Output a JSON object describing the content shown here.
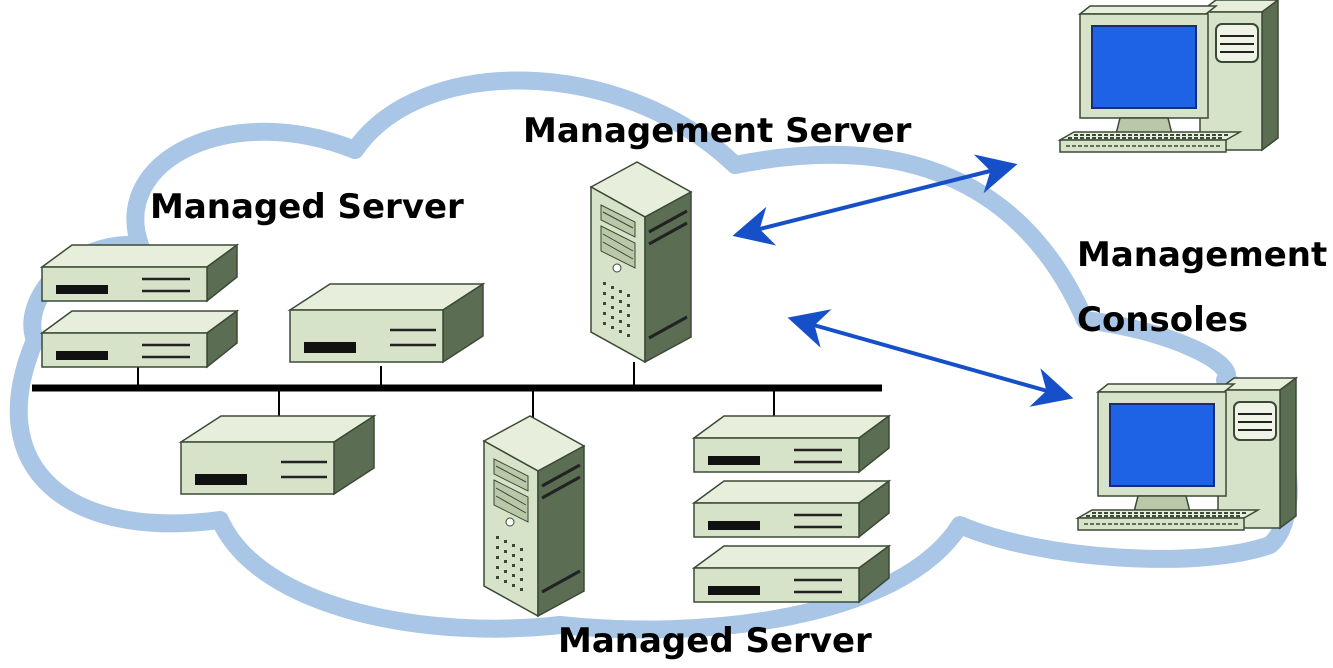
{
  "labels": {
    "management_server": "Management Server",
    "managed_server_top": "Managed Server",
    "managed_server_bottom": "Managed Server",
    "management_consoles_line1": "Management",
    "management_consoles_line2": "Consoles"
  },
  "colors": {
    "cloud_outline": "#a9c6e6",
    "device_fill": "#d6e3c8",
    "device_dark": "#5b6d53",
    "bus": "#000000",
    "arrow": "#1650c8",
    "screen": "#1e62e6"
  },
  "icons": [
    "cloud-outline",
    "rack-server-icon",
    "tower-server-icon",
    "desktop-computer-icon",
    "network-bus-line",
    "bidirectional-arrow"
  ]
}
